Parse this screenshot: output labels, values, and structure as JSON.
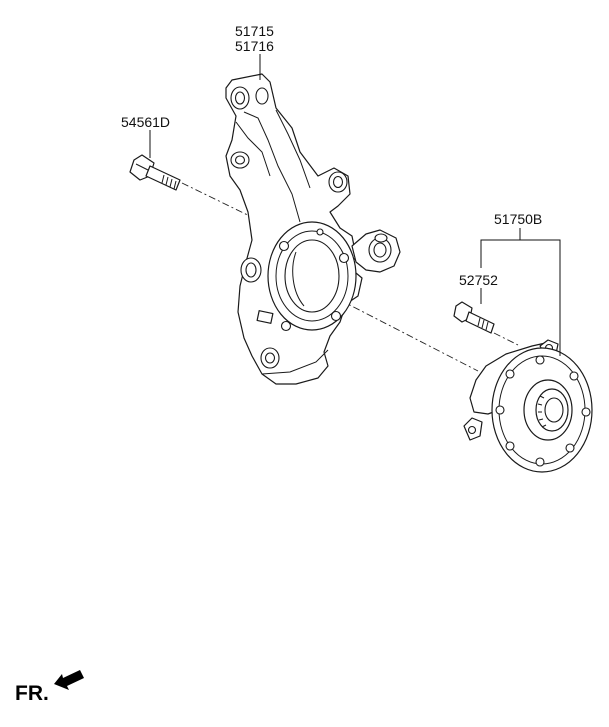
{
  "parts": {
    "knuckle_a": "51715",
    "knuckle_b": "51716",
    "bolt": "54561D",
    "hub_assembly": "51750B",
    "hub_bolt": "52752"
  },
  "orientation": {
    "label": "FR."
  }
}
